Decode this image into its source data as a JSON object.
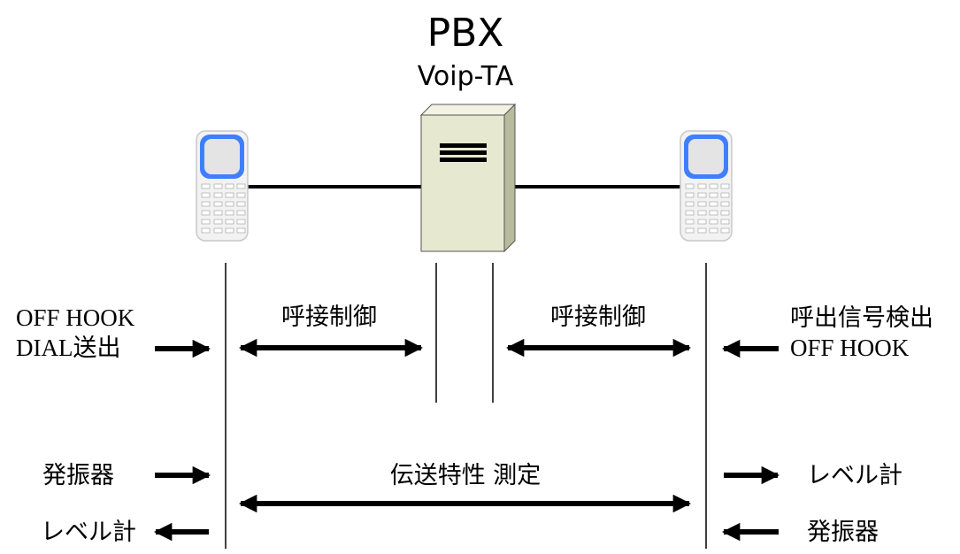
{
  "header": {
    "title": "PBX",
    "subtitle": "Voip-TA"
  },
  "left_terminal": {
    "action_line1": "OFF HOOK",
    "action_line2": "DIAL送出",
    "oscillator": "発振器",
    "level_meter": "レベル計"
  },
  "right_terminal": {
    "action_line1": "呼出信号検出",
    "action_line2": "OFF HOOK",
    "level_meter": "レベル計",
    "oscillator": "発振器"
  },
  "call_control": {
    "left_label": "呼接制御",
    "right_label": "呼接制御"
  },
  "measurement": {
    "label": "伝送特性 測定"
  },
  "colors": {
    "line": "#000000",
    "server_front": "#e6e8d0",
    "server_side": "#b8bb9c",
    "server_top": "#f2f3e4",
    "phone_screen": "#3f7fff",
    "phone_screen_inner": "#e4e4e4",
    "phone_body": "#f2f2f2"
  },
  "icons": {
    "left_phone": "mobile-phone-icon",
    "pbx": "server-tower-icon",
    "right_phone": "mobile-phone-icon"
  }
}
